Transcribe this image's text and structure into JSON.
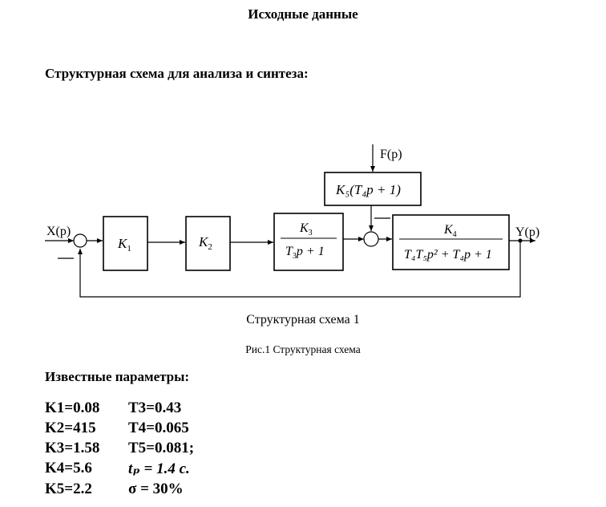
{
  "header": {
    "title": "Исходные данные",
    "subtitle": "Структурная схема для анализа и синтеза:"
  },
  "diagram": {
    "input_label": "X(p)",
    "output_label": "Y(p)",
    "disturbance_label": "F(p)",
    "block_k1": "K",
    "block_k1_sub": "1",
    "block_k2": "K",
    "block_k2_sub": "2",
    "block_k3_num": "K",
    "block_k3_num_sub": "3",
    "block_k3_den_t": "T",
    "block_k3_den_sub": "3",
    "block_k3_den_rest": "p + 1",
    "block_k4_num": "K",
    "block_k4_num_sub": "4",
    "block_k4_den": "T₄T₅p² + T₄p + 1",
    "block_k5": "K₅(T₄p + 1)",
    "caption": "Структурная схема 1"
  },
  "figure_caption": "Рис.1 Структурная схема",
  "params": {
    "heading": "Известные параметры:",
    "col1": [
      "K1=0.08",
      "K2=415",
      "K3=1.58",
      "K4=5.6",
      "K5=2.2"
    ],
    "col2": [
      "T3=0.43",
      "T4=0.065",
      "T5=0.081;",
      "tₚ = 1.4 c.",
      "σ = 30%"
    ]
  }
}
